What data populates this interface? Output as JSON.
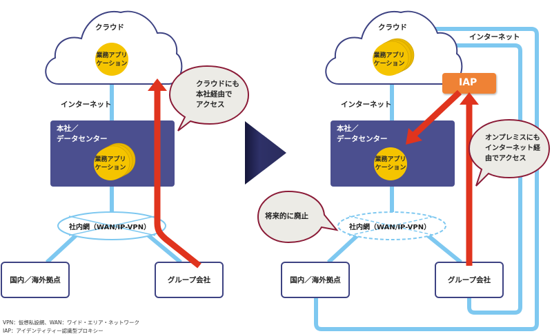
{
  "colors": {
    "navy_box": "#4b4f8f",
    "cloud_outline": "#3d4282",
    "internet_line": "#7ec8f0",
    "red_arrow": "#e0341e",
    "app_coin": "#f5c400",
    "iap_box": "#ef8236",
    "bubble_fill": "#ecebe6",
    "bubble_outline": "#8a1a36",
    "transition_arrow": "#2a2c5c"
  },
  "before": {
    "cloud_label": "クラウド",
    "cloud_app": [
      "業務アプリ",
      "ケーション"
    ],
    "internet_label": "インターネット",
    "hq_label": [
      "本社／",
      "データセンター"
    ],
    "hq_app": [
      "業務アプリ",
      "ケーション"
    ],
    "wan_label": "社内網（WAN/IP-VPN）",
    "site_domestic": "国内／海外拠点",
    "site_group": "グループ会社",
    "bubble": [
      "クラウドにも",
      "本社経由で",
      "アクセス"
    ]
  },
  "after": {
    "cloud_label": "クラウド",
    "cloud_app": [
      "業務アプリ",
      "ケーション"
    ],
    "internet_label": "インターネット",
    "internet_label_right": "インターネット",
    "iap_label": "IAP",
    "hq_label": [
      "本社／",
      "データセンター"
    ],
    "hq_app": [
      "業務アプリ",
      "ケーション"
    ],
    "wan_label": "社内網（WAN/IP-VPN）",
    "site_domestic": "国内／海外拠点",
    "site_group": "グループ会社",
    "bubble_deprecate": "将来的に廃止",
    "bubble_access": [
      "オンプレミスにも",
      "インターネット経",
      "由でアクセス"
    ]
  },
  "legend": [
    "VPN：仮想私設網、WAN：ワイド・エリア・ネットワーク",
    "IAP：アイデンティティー認識型プロキシー"
  ]
}
